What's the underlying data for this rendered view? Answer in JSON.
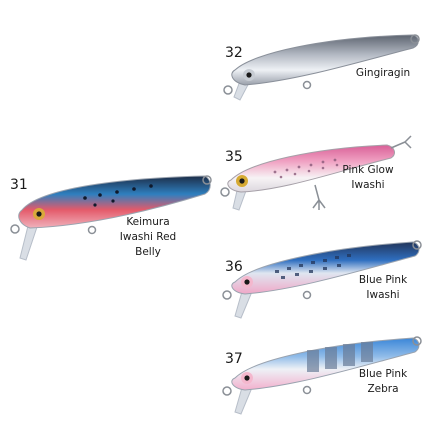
{
  "lures": [
    {
      "number": "31",
      "name_lines": [
        "Keimura",
        "Iwashi Red",
        "Belly"
      ],
      "colors": {
        "back": "#2f7fbf",
        "belly": "#e45a6a",
        "accent": "#1c2d48"
      }
    },
    {
      "number": "32",
      "name_lines": [
        "Gingiragin"
      ],
      "colors": {
        "back": "#9aa0ab",
        "belly": "#e7ebf1",
        "accent": "#5d6470"
      }
    },
    {
      "number": "35",
      "name_lines": [
        "Pink Glow",
        "Iwashi"
      ],
      "colors": {
        "back": "#e87fae",
        "belly": "#f4f1f4",
        "accent": "#8a5a7a"
      }
    },
    {
      "number": "36",
      "name_lines": [
        "Blue Pink",
        "Iwashi"
      ],
      "colors": {
        "back": "#2f6fc0",
        "belly": "#f0a7c7",
        "accent": "#22355a"
      }
    },
    {
      "number": "37",
      "name_lines": [
        "Blue Pink",
        "Zebra"
      ],
      "colors": {
        "back": "#3a86d8",
        "belly": "#f2b0cd",
        "accent": "#6a7d99"
      }
    }
  ]
}
